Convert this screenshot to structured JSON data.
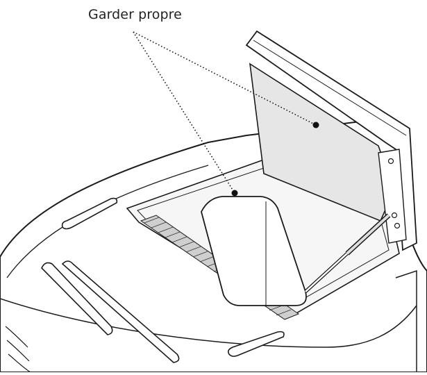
{
  "callout": {
    "label": "Garder propre"
  },
  "colors": {
    "line": "#1a1a1a",
    "panel_fill": "#e6e6e6",
    "leader": "#111111"
  },
  "parts": {
    "left_slot_icon": "slot-opening",
    "lid_icon": "hinged-lid",
    "gas_strut_icon": "gas-strut",
    "grate_icon": "burner-grate"
  }
}
